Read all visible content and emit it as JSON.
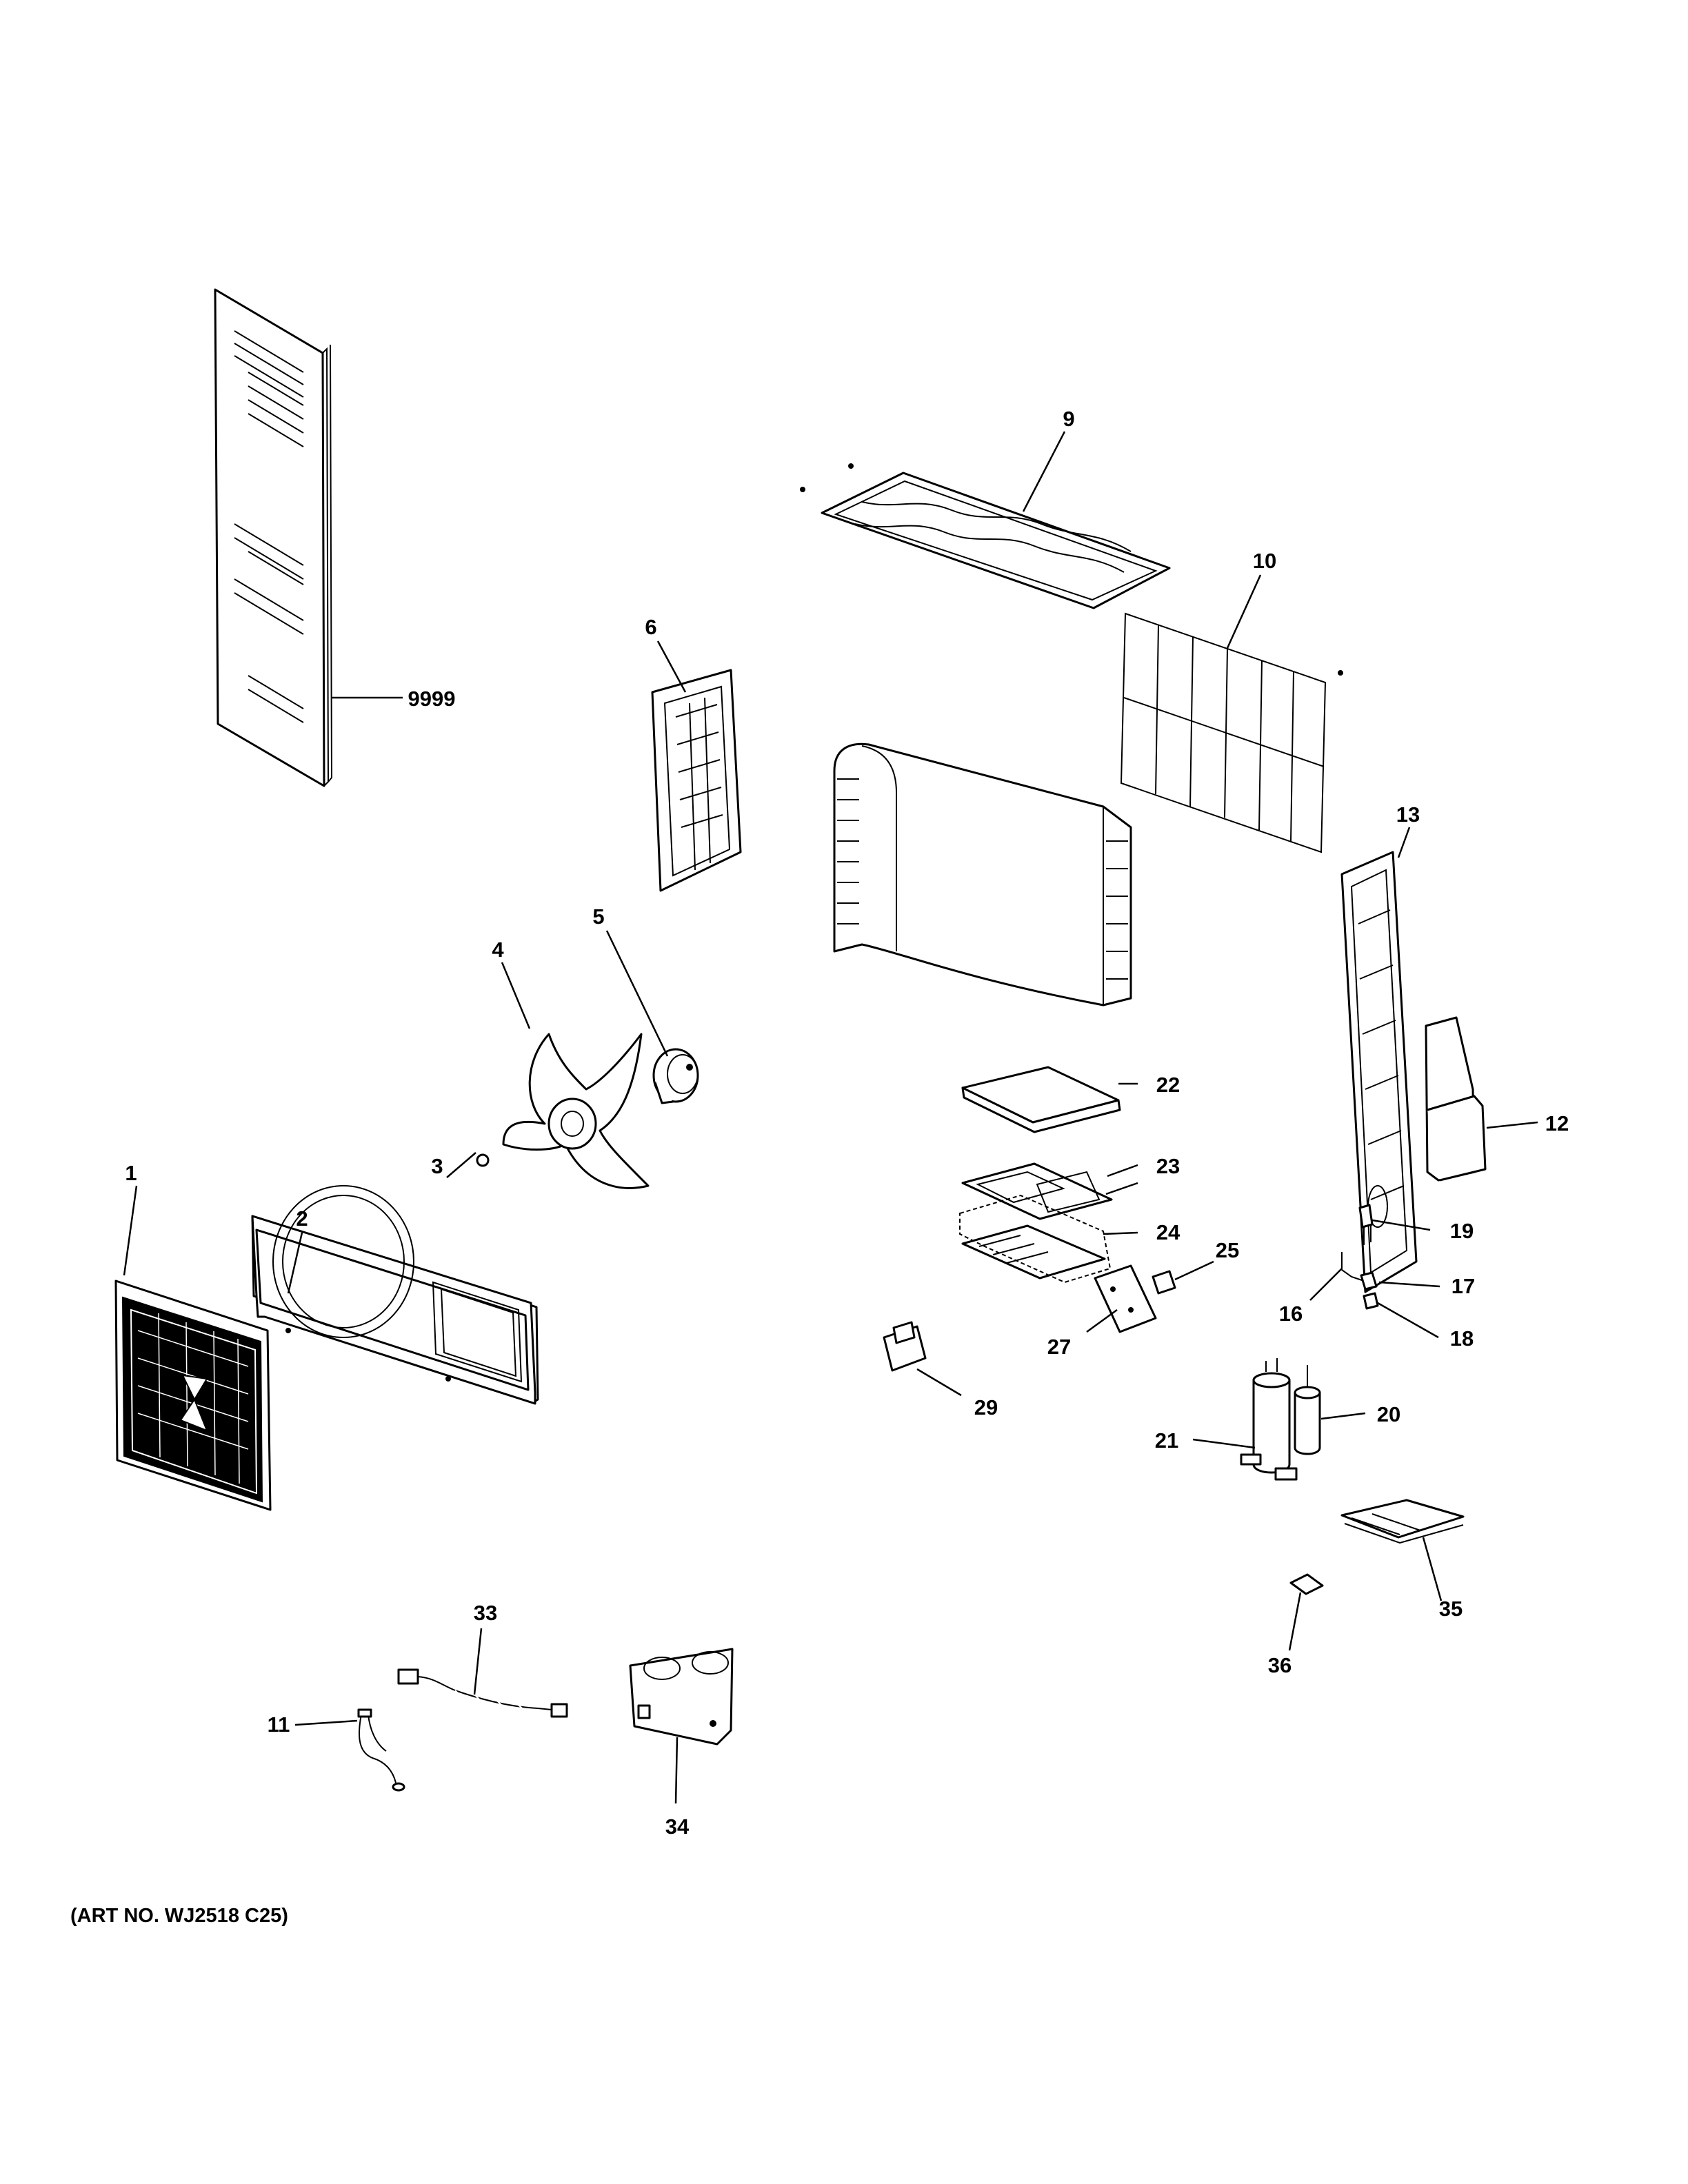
{
  "diagram": {
    "art_number": "(ART NO. WJ2518 C25)",
    "parts": [
      {
        "callout": "1",
        "icon": "front-grille"
      },
      {
        "callout": "2",
        "icon": "front-panel"
      },
      {
        "callout": "3",
        "icon": "nut"
      },
      {
        "callout": "4",
        "icon": "axial-fan-blade"
      },
      {
        "callout": "5",
        "icon": "fan-motor"
      },
      {
        "callout": "6",
        "icon": "motor-support"
      },
      {
        "callout": "9",
        "icon": "top-cover"
      },
      {
        "callout": "10",
        "icon": "rear-grille"
      },
      {
        "callout": "11",
        "icon": "temperature-sensor"
      },
      {
        "callout": "12",
        "icon": "valve-cover"
      },
      {
        "callout": "13",
        "icon": "right-side-panel"
      },
      {
        "callout": "16",
        "icon": "valve-pipe"
      },
      {
        "callout": "17",
        "icon": "valve"
      },
      {
        "callout": "18",
        "icon": "valve"
      },
      {
        "callout": "19",
        "icon": "expansion-valve"
      },
      {
        "callout": "20",
        "icon": "accumulator"
      },
      {
        "callout": "21",
        "icon": "compressor"
      },
      {
        "callout": "22",
        "icon": "electric-box-cover"
      },
      {
        "callout": "23",
        "icon": "heat-sink-frame"
      },
      {
        "callout": "24",
        "icon": "control-board"
      },
      {
        "callout": "25",
        "icon": "terminal-block"
      },
      {
        "callout": "27",
        "icon": "board-bracket"
      },
      {
        "callout": "29",
        "icon": "reactor"
      },
      {
        "callout": "33",
        "icon": "wire-harness"
      },
      {
        "callout": "34",
        "icon": "mounting-bracket"
      },
      {
        "callout": "35",
        "icon": "insulation-wrap"
      },
      {
        "callout": "36",
        "icon": "sound-pad"
      },
      {
        "callout": "9999",
        "icon": "manual-booklet"
      }
    ]
  }
}
